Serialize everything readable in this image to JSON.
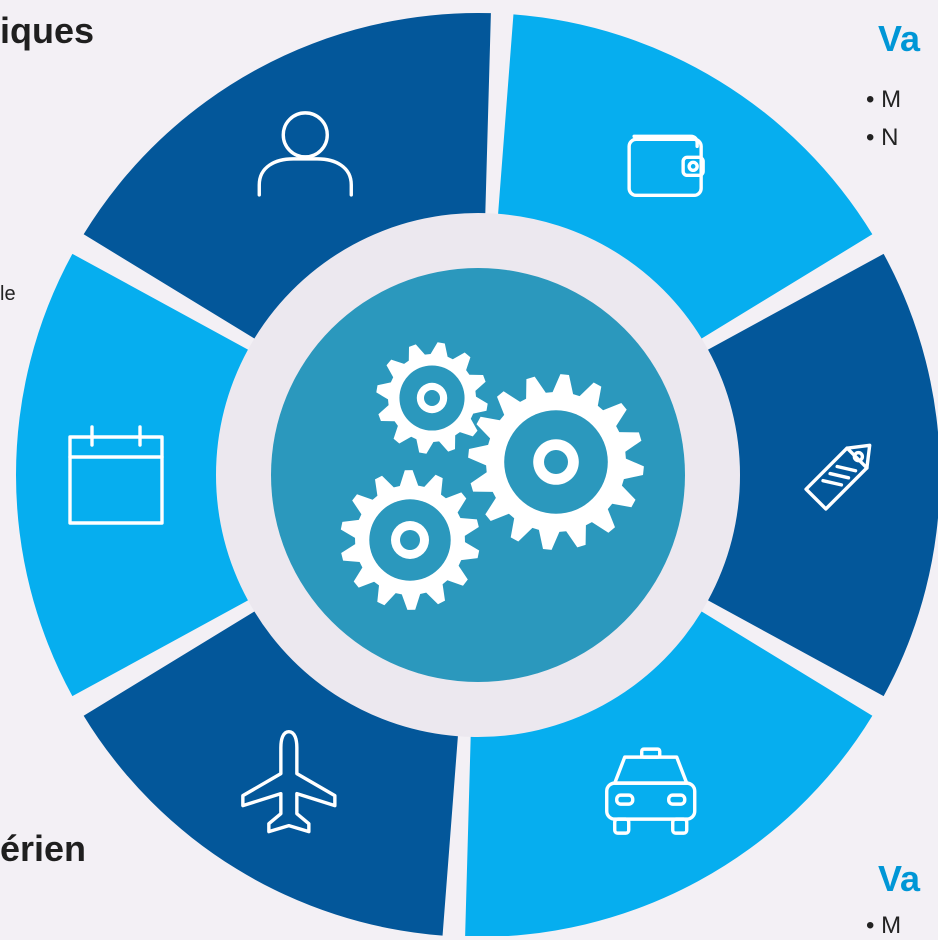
{
  "colors": {
    "dark": "#03579a",
    "light": "#06aeef",
    "ring": "#ece8ef",
    "hub": "#2b98bd",
    "icon": "#ffffff",
    "blue_heading": "#0096d6"
  },
  "segments": [
    {
      "tone": "light",
      "icon": "wallet-icon"
    },
    {
      "tone": "dark",
      "icon": "price-tag-icon"
    },
    {
      "tone": "light",
      "icon": "taxi-icon"
    },
    {
      "tone": "dark",
      "icon": "airplane-icon"
    },
    {
      "tone": "light",
      "icon": "calendar-icon"
    },
    {
      "tone": "dark",
      "icon": "user-icon"
    }
  ],
  "center_icon": "gears-icon",
  "labels": {
    "top_left": "iques",
    "bottom_left": "érien",
    "top_right": "Va",
    "bottom_right": "Va",
    "side_fragment": "le",
    "bullet_top_1": "•   M",
    "bullet_top_2": "•   N",
    "bullet_bottom_1": "•   M"
  }
}
